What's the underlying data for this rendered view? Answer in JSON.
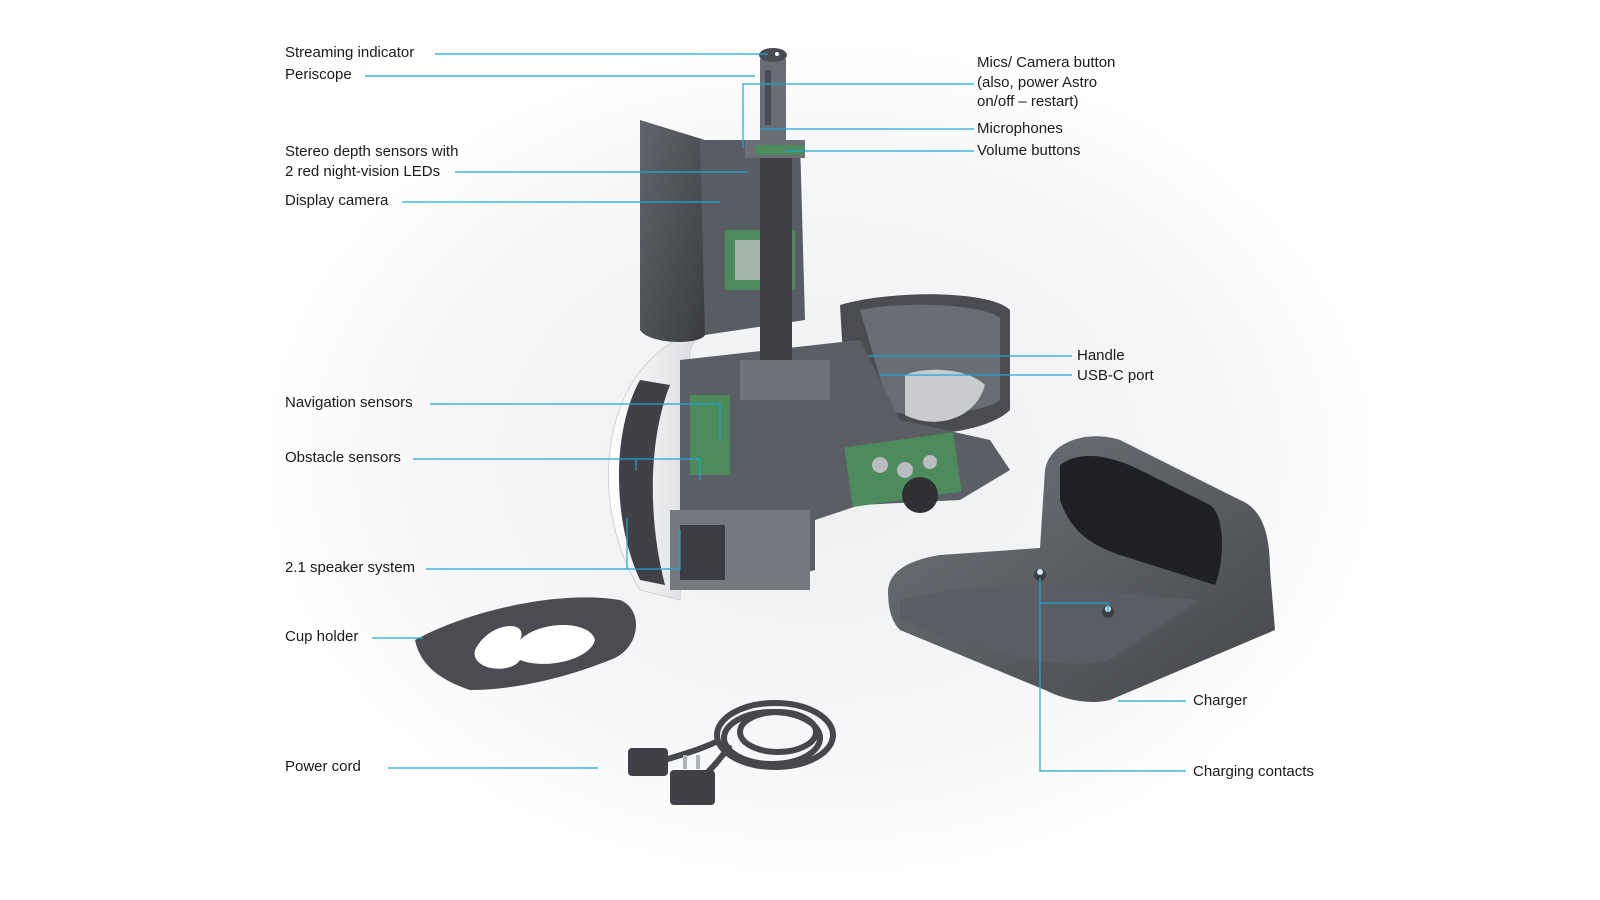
{
  "colors": {
    "callout_line": "#1ea7d9",
    "label_text": "#1a1a1a",
    "device_dark": "#3d3f44",
    "device_mid": "#55585e",
    "device_shell": "#e9eaec",
    "pcb_green": "#4d8a5c",
    "background_glow": "#f1f2f4"
  },
  "labels": {
    "streaming_indicator": "Streaming indicator",
    "periscope": "Periscope",
    "stereo_depth_line1": "Stereo depth sensors with",
    "stereo_depth_line2": "2 red night-vision LEDs",
    "display_camera": "Display camera",
    "navigation_sensors": "Navigation sensors",
    "obstacle_sensors": "Obstacle sensors",
    "speaker_system": "2.1 speaker system",
    "cup_holder": "Cup holder",
    "power_cord": "Power cord",
    "mics_camera_button_line1": "Mics/ Camera button",
    "mics_camera_button_line2": "(also, power Astro",
    "mics_camera_button_line3": "on/off – restart)",
    "microphones": "Microphones",
    "volume_buttons": "Volume buttons",
    "handle": "Handle",
    "usb_c_port": "USB-C port",
    "charger": "Charger",
    "charging_contacts": "Charging contacts"
  }
}
